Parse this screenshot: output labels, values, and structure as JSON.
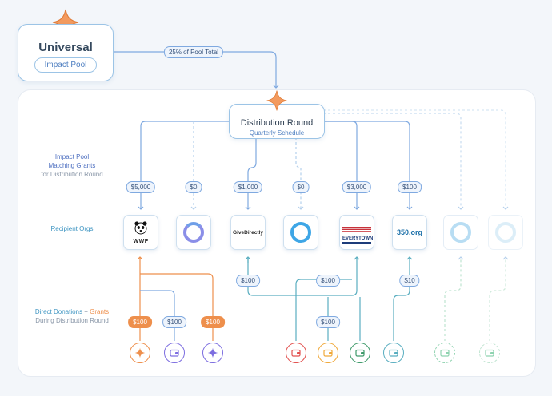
{
  "pool": {
    "title": "Universal",
    "subtitle": "Impact Pool"
  },
  "pool_transfer_label": "25% of Pool Total",
  "distribution": {
    "title": "Distribution Round",
    "subtitle": "Quarterly Schedule"
  },
  "labels": {
    "matching_line1": "Impact Pool",
    "matching_line2": "Matching Grants",
    "matching_line3": "for Distribution Round",
    "recipients": "Recipient Orgs",
    "direct_part1": "Direct Donations",
    "direct_plus": " + ",
    "direct_part2": "Grants",
    "direct_line2": "During Distribution Round"
  },
  "matching_grants": [
    "$5,000",
    "$0",
    "$1,000",
    "$0",
    "$3,000",
    "$100"
  ],
  "orgs": [
    {
      "name": "WWF",
      "logo": "wwf-logo"
    },
    {
      "name": "",
      "logo": "purple-ring"
    },
    {
      "name": "GiveDirectly",
      "logo": "givedirectly-logo"
    },
    {
      "name": "",
      "logo": "blue-ring"
    },
    {
      "name": "EVERYTOWN",
      "logo": "everytown-logo"
    },
    {
      "name": "350.org",
      "logo": "350-logo"
    },
    {
      "name": "",
      "logo": "faded-ring"
    },
    {
      "name": "",
      "logo": "faded-ring"
    }
  ],
  "donation_pills": {
    "givedirectly": "$100",
    "everytown_merge": "$100",
    "org350": "$10",
    "wwf_a": "$100",
    "wwf_b": "$100",
    "wwf_c": "$100",
    "everytown_low": "$100"
  },
  "colors": {
    "accent_blue": "#7fa9e0",
    "orange": "#ee8f4c",
    "purple": "#7d6ee0",
    "red": "#e2514f",
    "amber": "#f0a93a",
    "green": "#3e9a6a",
    "teal": "#5aaec0",
    "mint": "#8fd3b0"
  },
  "donors": [
    {
      "icon": "sparkle-icon",
      "color": "#ee8f4c"
    },
    {
      "icon": "wallet-icon",
      "color": "#7d6ee0"
    },
    {
      "icon": "sparkle-icon",
      "color": "#7d6ee0"
    },
    {
      "icon": "wallet-icon",
      "color": "#e2514f"
    },
    {
      "icon": "wallet-icon",
      "color": "#f0a93a"
    },
    {
      "icon": "wallet-icon",
      "color": "#3e9a6a"
    },
    {
      "icon": "wallet-icon",
      "color": "#5aaec0"
    },
    {
      "icon": "wallet-icon",
      "color": "#8fd3b0"
    },
    {
      "icon": "wallet-icon",
      "color": "#8fd3b0"
    }
  ]
}
